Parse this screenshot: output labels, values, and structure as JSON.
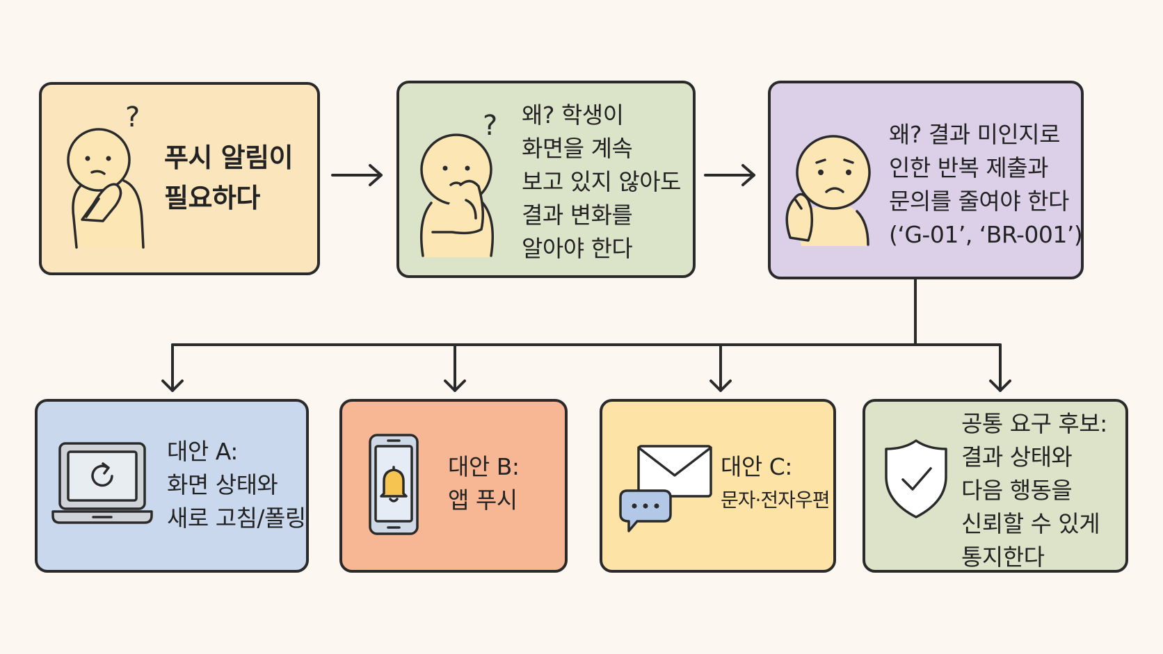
{
  "colors": {
    "background": "#fcf7f1",
    "outline": "#2a2a2a",
    "box_problem": "#fbe5bd",
    "box_reason": "#dbe3c8",
    "box_root_cause": "#dcd0e8",
    "box_alt_a": "#c9d8ec",
    "box_alt_b": "#f7b694",
    "box_alt_c": "#fde3a6",
    "box_common": "#dce3c8",
    "figure_skin": "#fbe6b4"
  },
  "problem": {
    "line1": "푸시 알림이",
    "line2": "필요하다",
    "icon": "thinking-person-icon"
  },
  "reason": {
    "line1": "왜? 학생이",
    "line2": "화면을 계속",
    "line3": "보고 있지 않아도",
    "line4": "결과 변화를",
    "line5": "알아야 한다",
    "icon": "thinking-person-icon"
  },
  "root_cause": {
    "line1": "왜? 결과 미인지로",
    "line2": "인한 반복 제출과",
    "line3": "문의를 줄여야 한다",
    "line4": "(‘G-01’, ‘BR-001’)",
    "icon": "worried-person-icon"
  },
  "alternatives": [
    {
      "line1": "대안 A:",
      "line2": "화면 상태와",
      "line3": "새로 고침/폴링",
      "icon": "laptop-refresh-icon"
    },
    {
      "line1": "대안 B:",
      "line2": "앱 푸시",
      "icon": "phone-bell-icon"
    },
    {
      "line1": "대안 C:",
      "line2": "문자·전자우편",
      "icon": "mail-chat-icon"
    }
  ],
  "common": {
    "line1": "공통 요구 후보:",
    "line2": "결과 상태와",
    "line3": "다음 행동을",
    "line4": "신뢰할 수 있게",
    "line5": "통지한다",
    "icon": "shield-check-icon"
  }
}
